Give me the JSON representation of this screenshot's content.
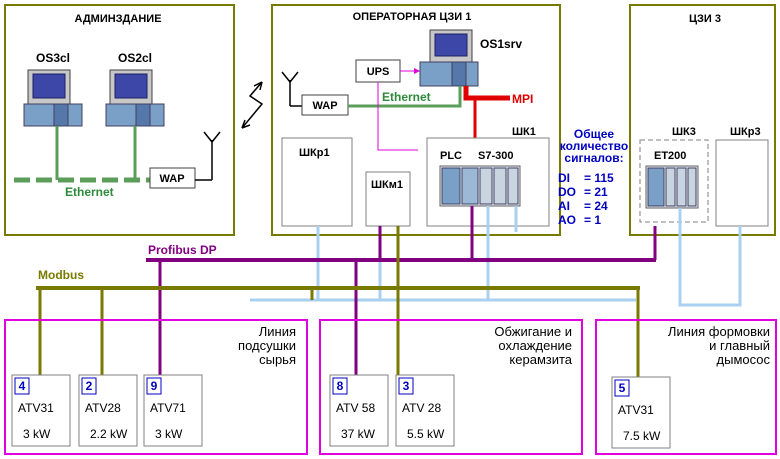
{
  "zones": {
    "admin": "АДМИНЗДАНИЕ",
    "operator": "ОПЕРАТОРНАЯ ЦЗИ 1",
    "czi3": "ЦЗИ 3"
  },
  "nodes": {
    "os3cl": "OS3cl",
    "os2cl": "OS2cl",
    "os1srv": "OS1srv",
    "ups": "UPS",
    "wap_admin": "WAP",
    "wap_oper": "WAP",
    "shk1": "ШК1",
    "plc": "PLC",
    "s7": "S7-300",
    "shkr1": "ШКр1",
    "shkm1": "ШКм1",
    "shk3": "ШК3",
    "shkr3": "ШКр3",
    "et200": "ET200"
  },
  "networks": {
    "ethernet_admin": "Ethernet",
    "ethernet_oper": "Ethernet",
    "mpi": "MPI",
    "profibus": "Profibus DP",
    "modbus": "Modbus"
  },
  "signals": {
    "title_1": "Общее",
    "title_2": "количество",
    "title_3": "сигналов:",
    "rows": [
      {
        "k": "DI",
        "v": "= 115"
      },
      {
        "k": "DO",
        "v": "= 21"
      },
      {
        "k": "AI",
        "v": "= 24"
      },
      {
        "k": "AO",
        "v": "= 1"
      }
    ]
  },
  "areas": [
    {
      "lines": [
        "Линия",
        "подсушки",
        "сырья"
      ]
    },
    {
      "lines": [
        "Обжигание и",
        "охлаждение",
        "керамзита"
      ]
    },
    {
      "lines": [
        "Линия формовки",
        "и главный",
        "дымосос"
      ]
    }
  ],
  "drives": [
    {
      "num": "4",
      "name": "ATV31",
      "power": "3 kW"
    },
    {
      "num": "2",
      "name": "ATV28",
      "power": "2.2 kW"
    },
    {
      "num": "9",
      "name": "ATV71",
      "power": "3 kW"
    },
    {
      "num": "8",
      "name": "ATV 58",
      "power": "37 kW"
    },
    {
      "num": "3",
      "name": "ATV 28",
      "power": "5.5 kW"
    },
    {
      "num": "5",
      "name": "ATV31",
      "power": "7.5 kW"
    }
  ],
  "colors": {
    "zone_border": "#7a7a00",
    "area_border": "#e000e0",
    "ethernet": "#5a9e5a",
    "mpi": "#e00000",
    "profibus": "#800080",
    "modbus": "#7a7a00",
    "lightbus": "#a8d0f0",
    "signal_text": "#0000c0"
  }
}
